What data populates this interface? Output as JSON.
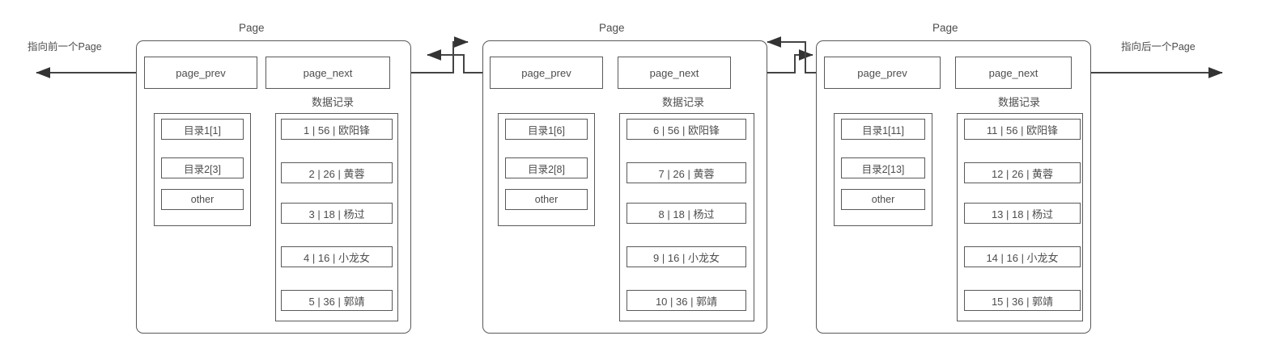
{
  "diagram": {
    "title_left_label": "指向前一个Page",
    "title_right_label": "指向后一个Page",
    "page_caption": "Page",
    "records_caption": "数据记录",
    "prev_field_label": "page_prev",
    "next_field_label": "page_next",
    "other_label": "other",
    "colors": {
      "stroke": "#595959",
      "text": "#4d4d4d",
      "background": "#ffffff"
    }
  },
  "pages": [
    {
      "caption": "Page",
      "prev_field": "page_prev",
      "next_field": "page_next",
      "records_caption": "数据记录",
      "directory": [
        {
          "label": "目录1[1]"
        },
        {
          "label": "目录2[3]"
        },
        {
          "label": "other"
        }
      ],
      "records": [
        {
          "label": "1 | 56 | 欧阳锋",
          "id": 1,
          "key": 56,
          "name": "欧阳锋"
        },
        {
          "label": "2 | 26 | 黄蓉",
          "id": 2,
          "key": 26,
          "name": "黄蓉"
        },
        {
          "label": "3 | 18 | 杨过",
          "id": 3,
          "key": 18,
          "name": "杨过"
        },
        {
          "label": "4 | 16 | 小龙女",
          "id": 4,
          "key": 16,
          "name": "小龙女"
        },
        {
          "label": "5 | 36 | 郭靖",
          "id": 5,
          "key": 36,
          "name": "郭靖"
        }
      ]
    },
    {
      "caption": "Page",
      "prev_field": "page_prev",
      "next_field": "page_next",
      "records_caption": "数据记录",
      "directory": [
        {
          "label": "目录1[6]"
        },
        {
          "label": "目录2[8]"
        },
        {
          "label": "other"
        }
      ],
      "records": [
        {
          "label": "6 | 56 | 欧阳锋",
          "id": 6,
          "key": 56,
          "name": "欧阳锋"
        },
        {
          "label": "7 | 26 | 黄蓉",
          "id": 7,
          "key": 26,
          "name": "黄蓉"
        },
        {
          "label": "8 | 18 | 杨过",
          "id": 8,
          "key": 18,
          "name": "杨过"
        },
        {
          "label": "9 | 16 | 小龙女",
          "id": 9,
          "key": 16,
          "name": "小龙女"
        },
        {
          "label": "10 | 36 | 郭靖",
          "id": 10,
          "key": 36,
          "name": "郭靖"
        }
      ]
    },
    {
      "caption": "Page",
      "prev_field": "page_prev",
      "next_field": "page_next",
      "records_caption": "数据记录",
      "directory": [
        {
          "label": "目录1[11]"
        },
        {
          "label": "目录2[13]"
        },
        {
          "label": "other"
        }
      ],
      "records": [
        {
          "label": "11 | 56 | 欧阳锋",
          "id": 11,
          "key": 56,
          "name": "欧阳锋"
        },
        {
          "label": "12 | 26 | 黄蓉",
          "id": 12,
          "key": 26,
          "name": "黄蓉"
        },
        {
          "label": "13 | 18 | 杨过",
          "id": 13,
          "key": 18,
          "name": "杨过"
        },
        {
          "label": "14 | 16 | 小龙女",
          "id": 14,
          "key": 16,
          "name": "小龙女"
        },
        {
          "label": "15 | 36 | 郭靖",
          "id": 15,
          "key": 36,
          "name": "郭靖"
        }
      ]
    }
  ]
}
